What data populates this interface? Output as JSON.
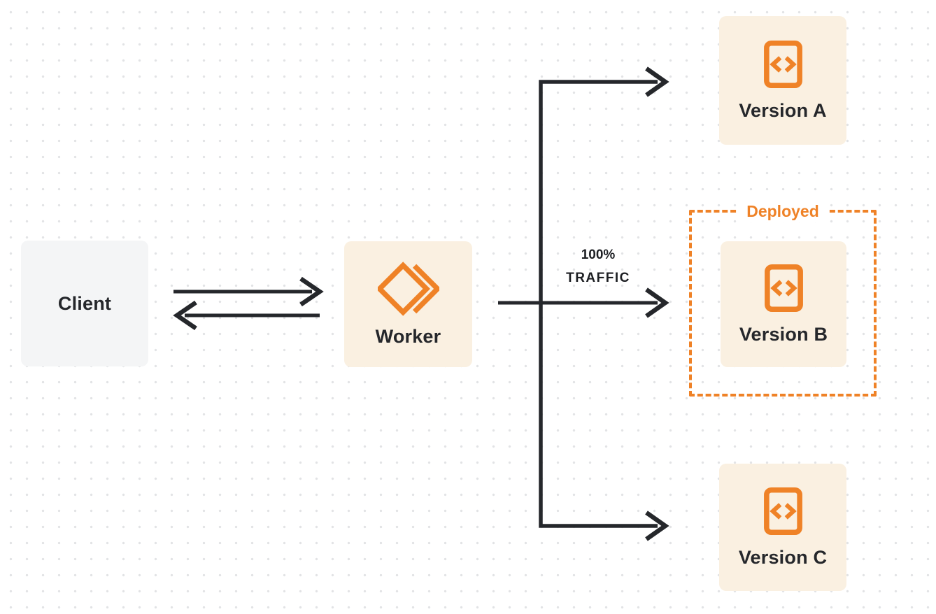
{
  "diagram": {
    "client": {
      "label": "Client"
    },
    "worker": {
      "label": "Worker"
    },
    "traffic": {
      "line1": "100%",
      "line2": "TRAFFIC"
    },
    "deployed_label": "Deployed",
    "versions": [
      {
        "label": "Version A",
        "deployed": false
      },
      {
        "label": "Version B",
        "deployed": true
      },
      {
        "label": "Version C",
        "deployed": false
      }
    ],
    "icons": {
      "worker_icon": "cloudflare-workers-icon",
      "version_icon": "code-file-icon"
    },
    "colors": {
      "accent_orange": "#EF8227",
      "node_cream": "#FAF0E1",
      "node_gray": "#F4F5F6",
      "ink": "#25272B",
      "dot_grid": "#E2E3E5",
      "background": "#FFFFFF"
    }
  }
}
